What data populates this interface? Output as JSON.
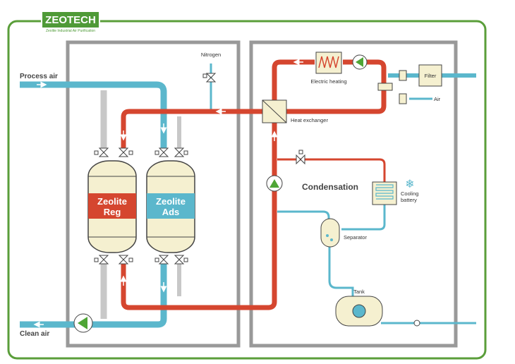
{
  "logo": {
    "name": "ZEOTECH",
    "tagline": "Zeolite Industrial Air Purification"
  },
  "labels": {
    "process_air": "Process air",
    "clean_air": "Clean air",
    "nitrogen": "Nitrogen",
    "electric_heating": "Electric heating",
    "filter": "Filter",
    "air": "Air",
    "heat_exchanger": "Heat exchanger",
    "condensation": "Condensation",
    "cooling_battery_1": "Cooling",
    "cooling_battery_2": "battery",
    "separator": "Separator",
    "tank": "Tank"
  },
  "vessels": {
    "reg": {
      "line1": "Zeolite",
      "line2": "Reg"
    },
    "ads": {
      "line1": "Zeolite",
      "line2": "Ads"
    }
  },
  "colors": {
    "hot_pipe": "#d5462f",
    "cold_pipe": "#5bb7cc",
    "grey_pipe": "#c8c8c8",
    "frame_green": "#5a9e3a",
    "pump_green": "#4ea535",
    "vessel_body": "#f5f0d0",
    "box_grey": "#999999"
  }
}
